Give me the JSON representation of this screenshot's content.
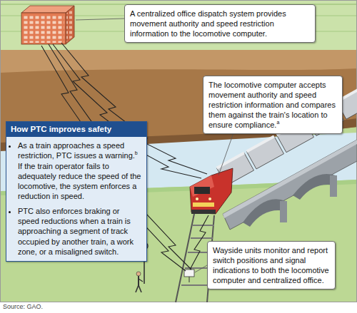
{
  "diagram": {
    "nodes": [
      {
        "text": [
          "A centralized office dispatch system provides movement authority and speed restriction information to the locomotive computer."
        ]
      },
      {
        "text": [
          "The locomotive computer accepts movement authority and speed restriction information and compares them against the train's location to ensure compliance."
        ]
      },
      {
        "text": [
          "How PTC improves safety",
          "As a train approaches a speed restriction, PTC issues a warning.",
          "If the train operator fails to adequately reduce the speed of the locomotive, the system enforces a reduction in speed.",
          "PTC also enforces braking or speed reductions when a train is approaching a segment of track occupied by another train, a work zone, or a misaligned switch."
        ]
      },
      {
        "text": [
          "Wayside units monitor and report switch positions and signal indications to both the locomotive computer and centralized office."
        ]
      }
    ],
    "labels": [
      "a",
      "b",
      "Source: GAO."
    ]
  }
}
